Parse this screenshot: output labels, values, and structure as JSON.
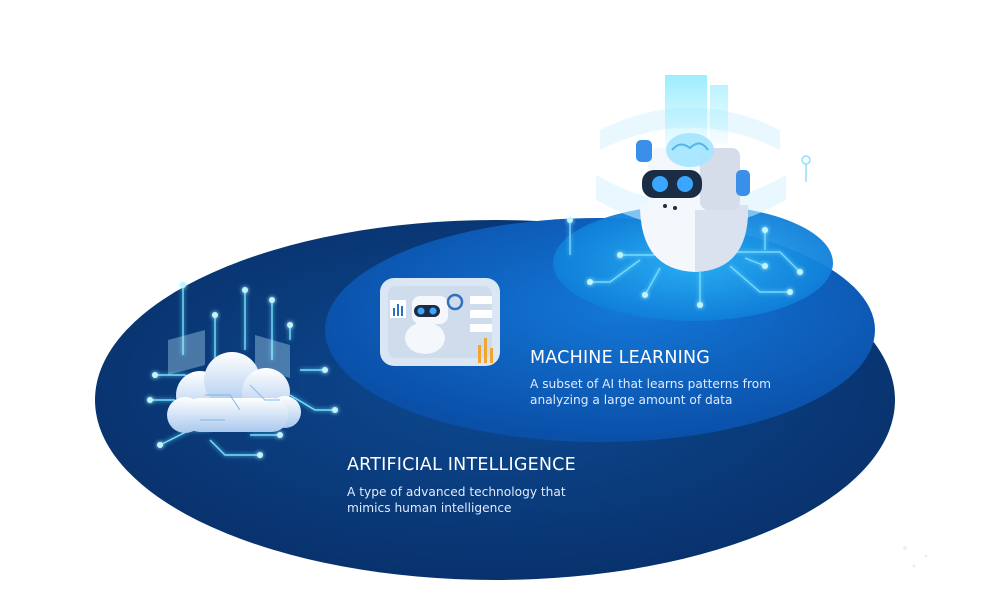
{
  "machine_learning": {
    "title": "MACHINE LEARNING",
    "description_line1": "A subset of AI that learns patterns from",
    "description_line2": "analyzing a large amount of data"
  },
  "artificial_intelligence": {
    "title": "ARTIFICIAL INTELLIGENCE",
    "description_line1": "A type of advanced technology that",
    "description_line2": "mimics human intelligence"
  },
  "colors": {
    "outer_ellipse": "#0a3a7a",
    "middle_ellipse": "#0c5ab8",
    "inner_ellipse": "#1386de",
    "glow": "#6fe3ff",
    "text": "#ffffff"
  },
  "icons": [
    "cloud-circuit-icon",
    "robot-with-charts-icon",
    "robot-brain-icon"
  ]
}
